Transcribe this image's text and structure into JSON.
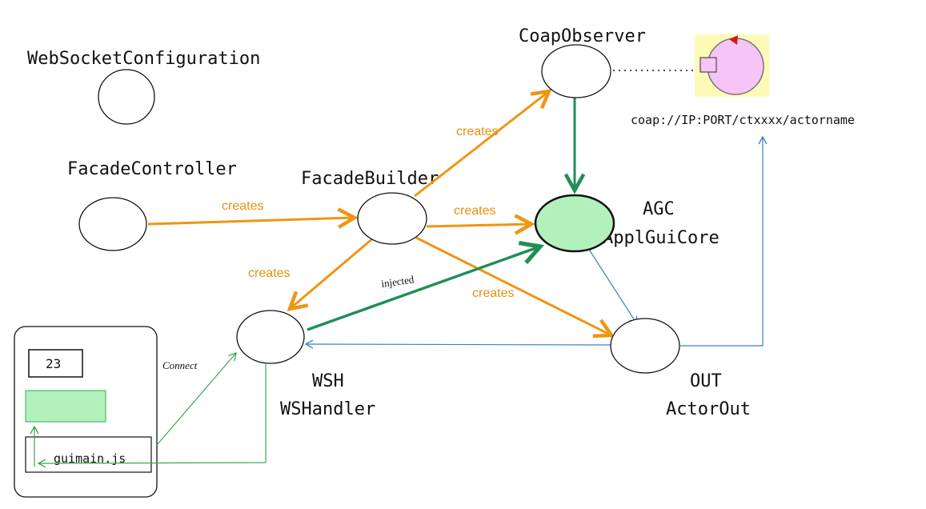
{
  "colors": {
    "orange": "#ee9612",
    "green": "#1f8f55",
    "light_green_arrow": "#3aa650",
    "blue": "#3a7fc8",
    "agc_fill": "#b2f0bc",
    "observer_panel": "#fdfab8",
    "observer_circle": "#f6c4f6"
  },
  "nodes": {
    "websocket_config": "WebSocketConfiguration",
    "facade_controller": "FacadeController",
    "facade_builder": "FacadeBuilder",
    "coap_observer": "CoapObserver",
    "agc_line1": "AGC",
    "agc_line2": "ApplGuiCore",
    "wsh_line1": "WSH",
    "wsh_line2": "WSHandler",
    "out_line1": "OUT",
    "out_line2": "ActorOut"
  },
  "edge_labels": {
    "creates": "creates",
    "injected": "injected",
    "connect": "Connect"
  },
  "coap_url": "coap://IP:PORT/ctxxxx/actorname",
  "gui": {
    "counter_value": "23",
    "script_name": "guimain.js"
  }
}
